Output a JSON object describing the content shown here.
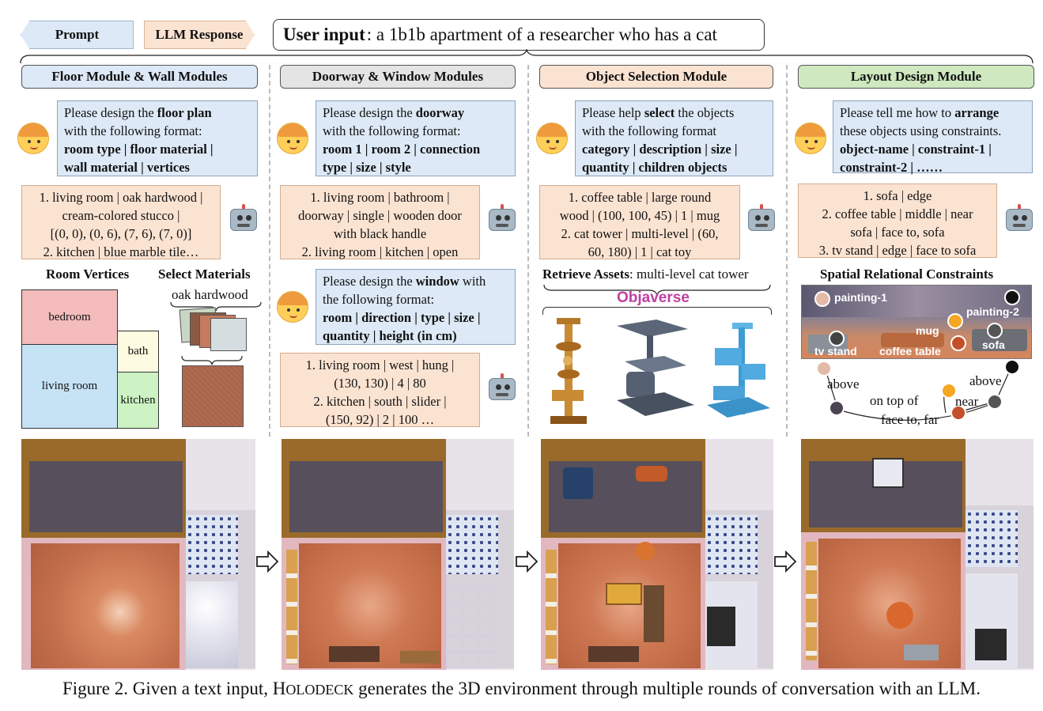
{
  "legend": {
    "prompt": "Prompt",
    "llm_response": "LLM Response"
  },
  "user_input": {
    "label": "User input",
    "text": ": a 1b1b apartment of a researcher who has a cat"
  },
  "modules": {
    "floor": "Floor Module & Wall Modules",
    "door": "Doorway & Window Modules",
    "object": "Object Selection Module",
    "layout": "Layout Design Module"
  },
  "floor_prompt": {
    "pre": "Please design the ",
    "bold1": "floor plan",
    "line2": "with the following format:",
    "line3": "room type | floor material |",
    "line4": "wall material | vertices"
  },
  "floor_response": {
    "l1": "1. living room | oak hardwood |",
    "l2": "cream-colored stucco |",
    "l3": "[(0, 0), (0, 6), (7, 6), (7, 0)]",
    "l4": "2. kitchen | blue marble tile…"
  },
  "room_vertices_label": "Room Vertices",
  "select_materials_label": "Select Materials",
  "material_name": "oak hardwood",
  "rooms": {
    "bedroom": "bedroom",
    "living": "living room",
    "bath": "bath",
    "kitchen": "kitchen"
  },
  "door_prompt": {
    "pre": "Please design the ",
    "bold1": "doorway",
    "line2": "with the following format:",
    "line3": "room 1 | room 2 | connection",
    "line4": "type | size | style"
  },
  "door_response": {
    "l1": "1. living room | bathroom |",
    "l2": "doorway | single | wooden door",
    "l3": "with black handle",
    "l4": "2. living room | kitchen | open"
  },
  "window_prompt": {
    "pre": "Please design the ",
    "bold1": "window",
    "post1": " with",
    "line2": "the following format:",
    "line3": "room | direction | type | size |",
    "line4": "quantity | height (in cm)"
  },
  "window_response": {
    "l1": "1. living room | west | hung |",
    "l2": "(130, 130) | 4 | 80",
    "l3": "2. kitchen | south | slider |",
    "l4": "(150, 92) | 2 | 100 …"
  },
  "object_prompt": {
    "pre": "Please help ",
    "bold1": "select",
    "post1": " the objects",
    "line2": "with the following format",
    "line3": "category | description | size |",
    "line4": "quantity | children objects"
  },
  "object_response": {
    "l1": "1. coffee table | large round",
    "l2": "wood | (100, 100, 45) | 1 | mug",
    "l3": "2. cat tower | multi-level | (60,",
    "l4": "60, 180) | 1 | cat toy"
  },
  "retrieve": {
    "bold": "Retrieve Assets",
    "rest": ": multi-level cat tower",
    "source": "Objaverse"
  },
  "layout_prompt": {
    "pre": "Please tell me how to ",
    "bold1": "arrange",
    "line2": "these objects using constraints.",
    "line3": "object-name | constraint-1 |",
    "line4": "constraint-2 | ……"
  },
  "layout_response": {
    "l1": "1. sofa | edge",
    "l2": "2. coffee table | middle | near",
    "l3": "sofa | face to, sofa",
    "l4": "3. tv stand | edge | face to sofa"
  },
  "spatial_label": "Spatial Relational Constraints",
  "scene_labels": {
    "painting1": "painting-1",
    "painting2": "painting-2",
    "mug": "mug",
    "tv_stand": "tv stand",
    "coffee_table": "coffee table",
    "sofa": "sofa"
  },
  "graph_edges": {
    "above1": "above",
    "above2": "above",
    "on_top_of": "on top of",
    "near": "near",
    "face_to_far": "face to, far"
  },
  "caption": {
    "pre": "Figure 2. Given a text input, H",
    "small_caps": "OLODECK",
    "post": " generates the 3D environment through multiple rounds of conversation with an LLM."
  },
  "colors": {
    "prompt_bg": "#dde9f6",
    "response_bg": "#fbe3d2",
    "layout_header": "#cfe8bf",
    "door_header": "#e4e4e4",
    "bedroom": "#f4bcbc",
    "living_room": "#c6e2f5",
    "bath": "#fdfbe0",
    "kitchen": "#cdf3c4"
  },
  "icons": [
    "person-emoji-icon",
    "robot-emoji-icon",
    "arrow-right-icon",
    "curly-brace-icon"
  ]
}
